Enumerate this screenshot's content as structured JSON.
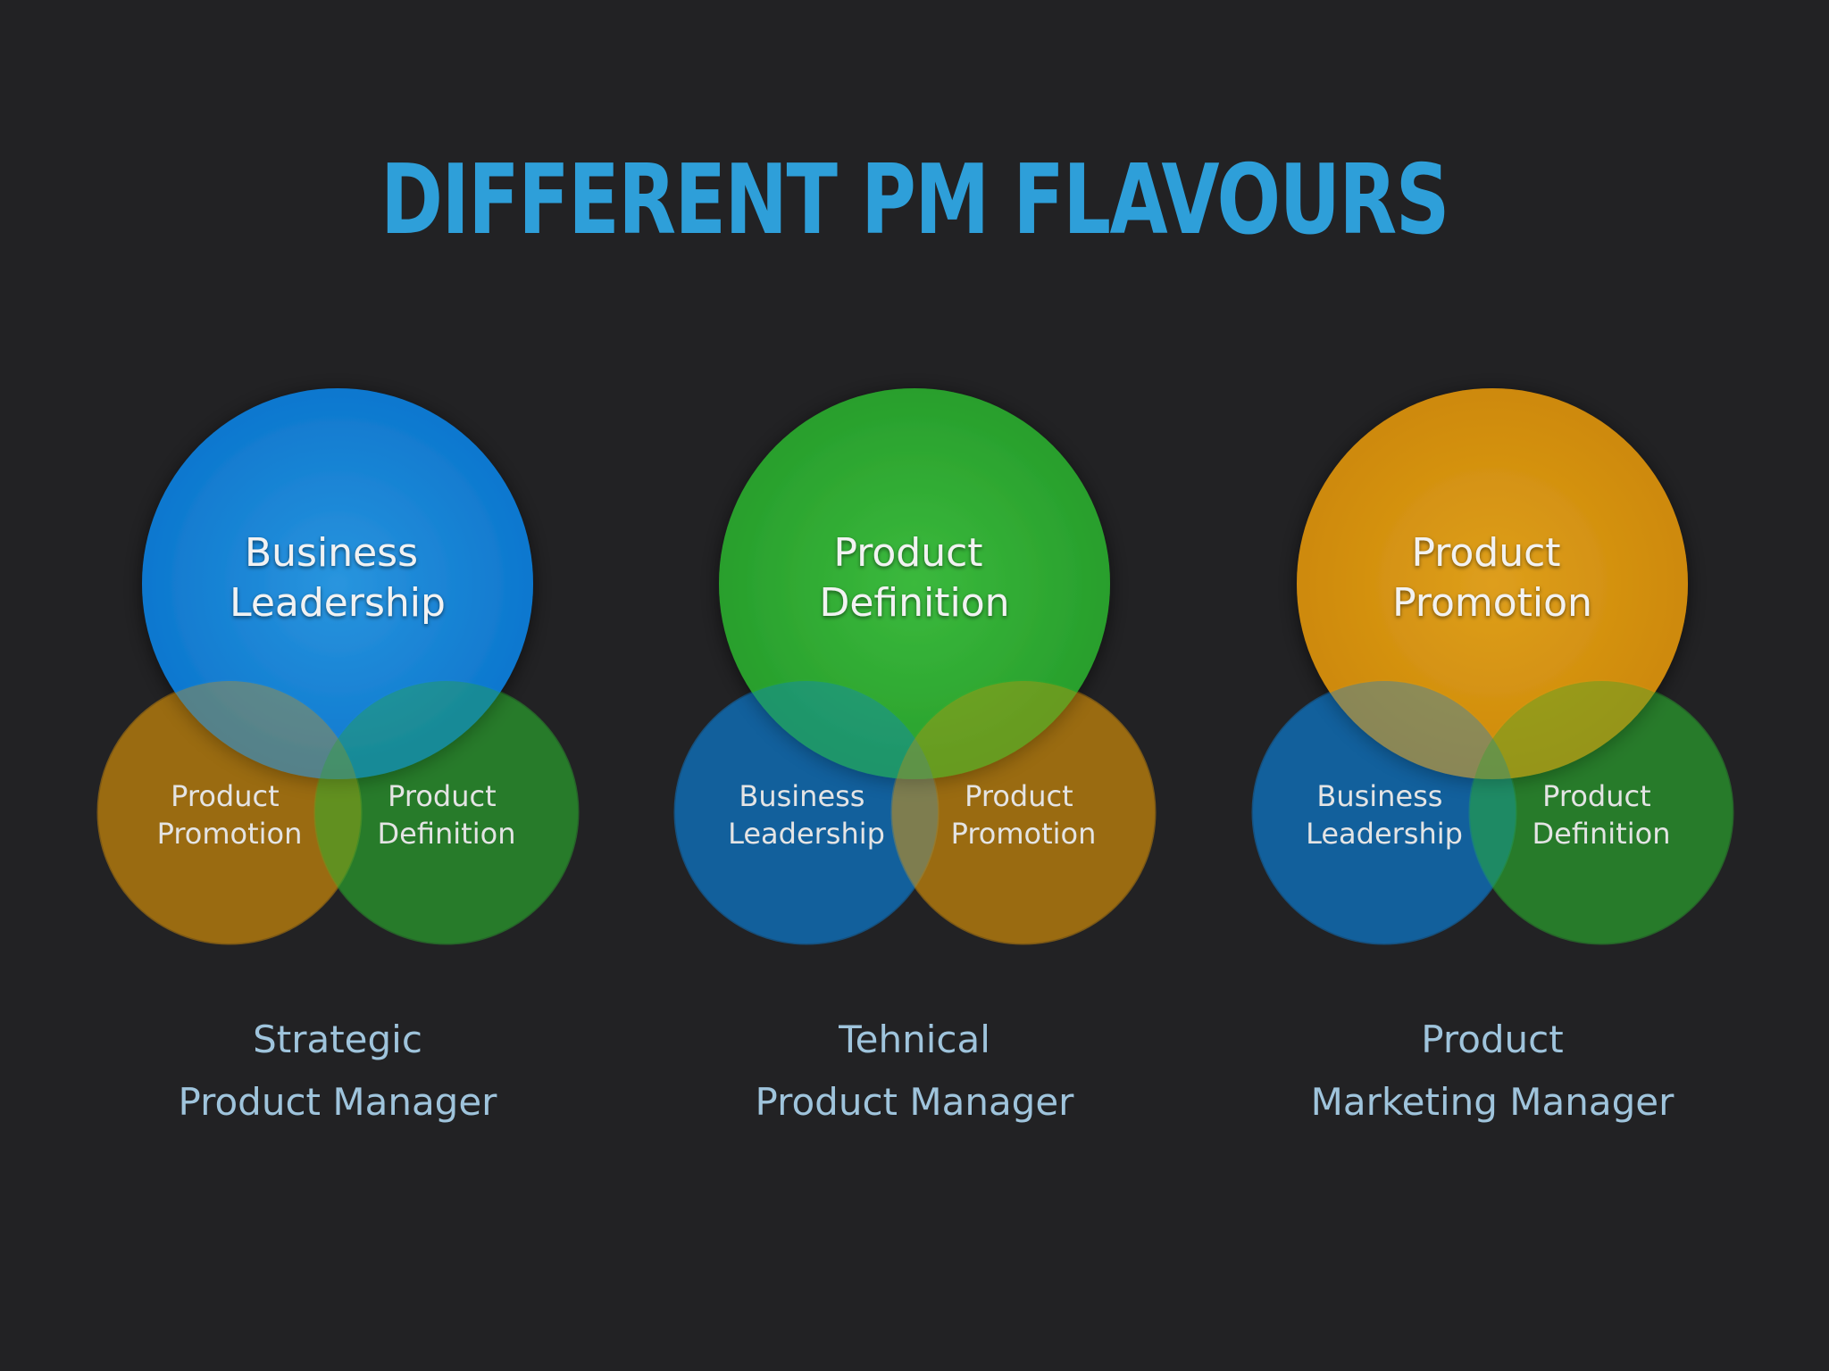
{
  "title": "DIFFERENT PM FLAVOURS",
  "colors": {
    "blue": "#0b7fd6",
    "green": "#2aa62e",
    "orange": "#d48f0a",
    "title": "#2e9fd9"
  },
  "diagrams": [
    {
      "main": {
        "line1": "Business",
        "line2": "Leadership",
        "color": "blue"
      },
      "left": {
        "line1": "Product",
        "line2": "Promotion",
        "color": "orange"
      },
      "right": {
        "line1": "Product",
        "line2": "Definition",
        "color": "green"
      },
      "caption": {
        "line1": "Strategic",
        "line2": "Product Manager"
      }
    },
    {
      "main": {
        "line1": "Product",
        "line2": "Definition",
        "color": "green"
      },
      "left": {
        "line1": "Business",
        "line2": "Leadership",
        "color": "blue"
      },
      "right": {
        "line1": "Product",
        "line2": "Promotion",
        "color": "orange"
      },
      "caption": {
        "line1": "Tehnical",
        "line2": "Product Manager"
      }
    },
    {
      "main": {
        "line1": "Product",
        "line2": "Promotion",
        "color": "orange"
      },
      "left": {
        "line1": "Business",
        "line2": "Leadership",
        "color": "blue"
      },
      "right": {
        "line1": "Product",
        "line2": "Definition",
        "color": "green"
      },
      "caption": {
        "line1": "Product",
        "line2": "Marketing Manager"
      }
    }
  ]
}
